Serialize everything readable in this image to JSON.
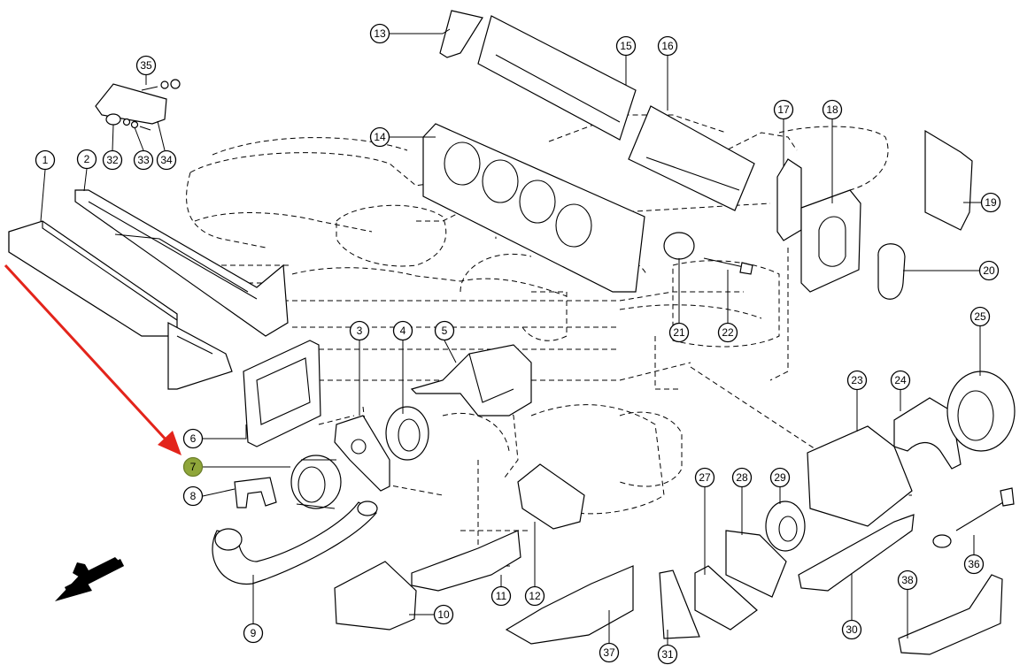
{
  "callouts": {
    "c1": "1",
    "c2": "2",
    "c3": "3",
    "c4": "4",
    "c5": "5",
    "c6": "6",
    "c7": "7",
    "c8": "8",
    "c9": "9",
    "c10": "10",
    "c11": "11",
    "c12": "12",
    "c13": "13",
    "c14": "14",
    "c15": "15",
    "c16": "16",
    "c17": "17",
    "c18": "18",
    "c19": "19",
    "c20": "20",
    "c21": "21",
    "c22": "22",
    "c23": "23",
    "c24": "24",
    "c25": "25",
    "c27": "27",
    "c28": "28",
    "c29": "29",
    "c30": "30",
    "c31": "31",
    "c32": "32",
    "c33": "33",
    "c34": "34",
    "c35": "35",
    "c36": "36",
    "c37": "37",
    "c38": "38"
  },
  "highlight": {
    "callout": "7",
    "color": "#8fa63a"
  },
  "annotation_arrow": {
    "color": "#e3241b",
    "points_to": "7"
  },
  "direction_arrow": {
    "icon": "heavy-arrow-down-left"
  }
}
